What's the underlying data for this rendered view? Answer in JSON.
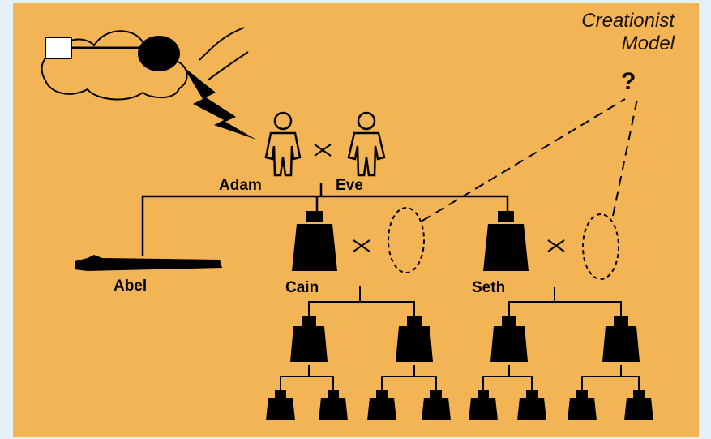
{
  "title": {
    "line1": "Creationist",
    "line2": "Model"
  },
  "unknown_mark": "?",
  "people": {
    "adam": "Adam",
    "eve": "Eve",
    "abel": "Abel",
    "cain": "Cain",
    "seth": "Seth"
  },
  "colors": {
    "background": "#f3b455",
    "ink": "#000000",
    "page": "#e4f1f8"
  }
}
